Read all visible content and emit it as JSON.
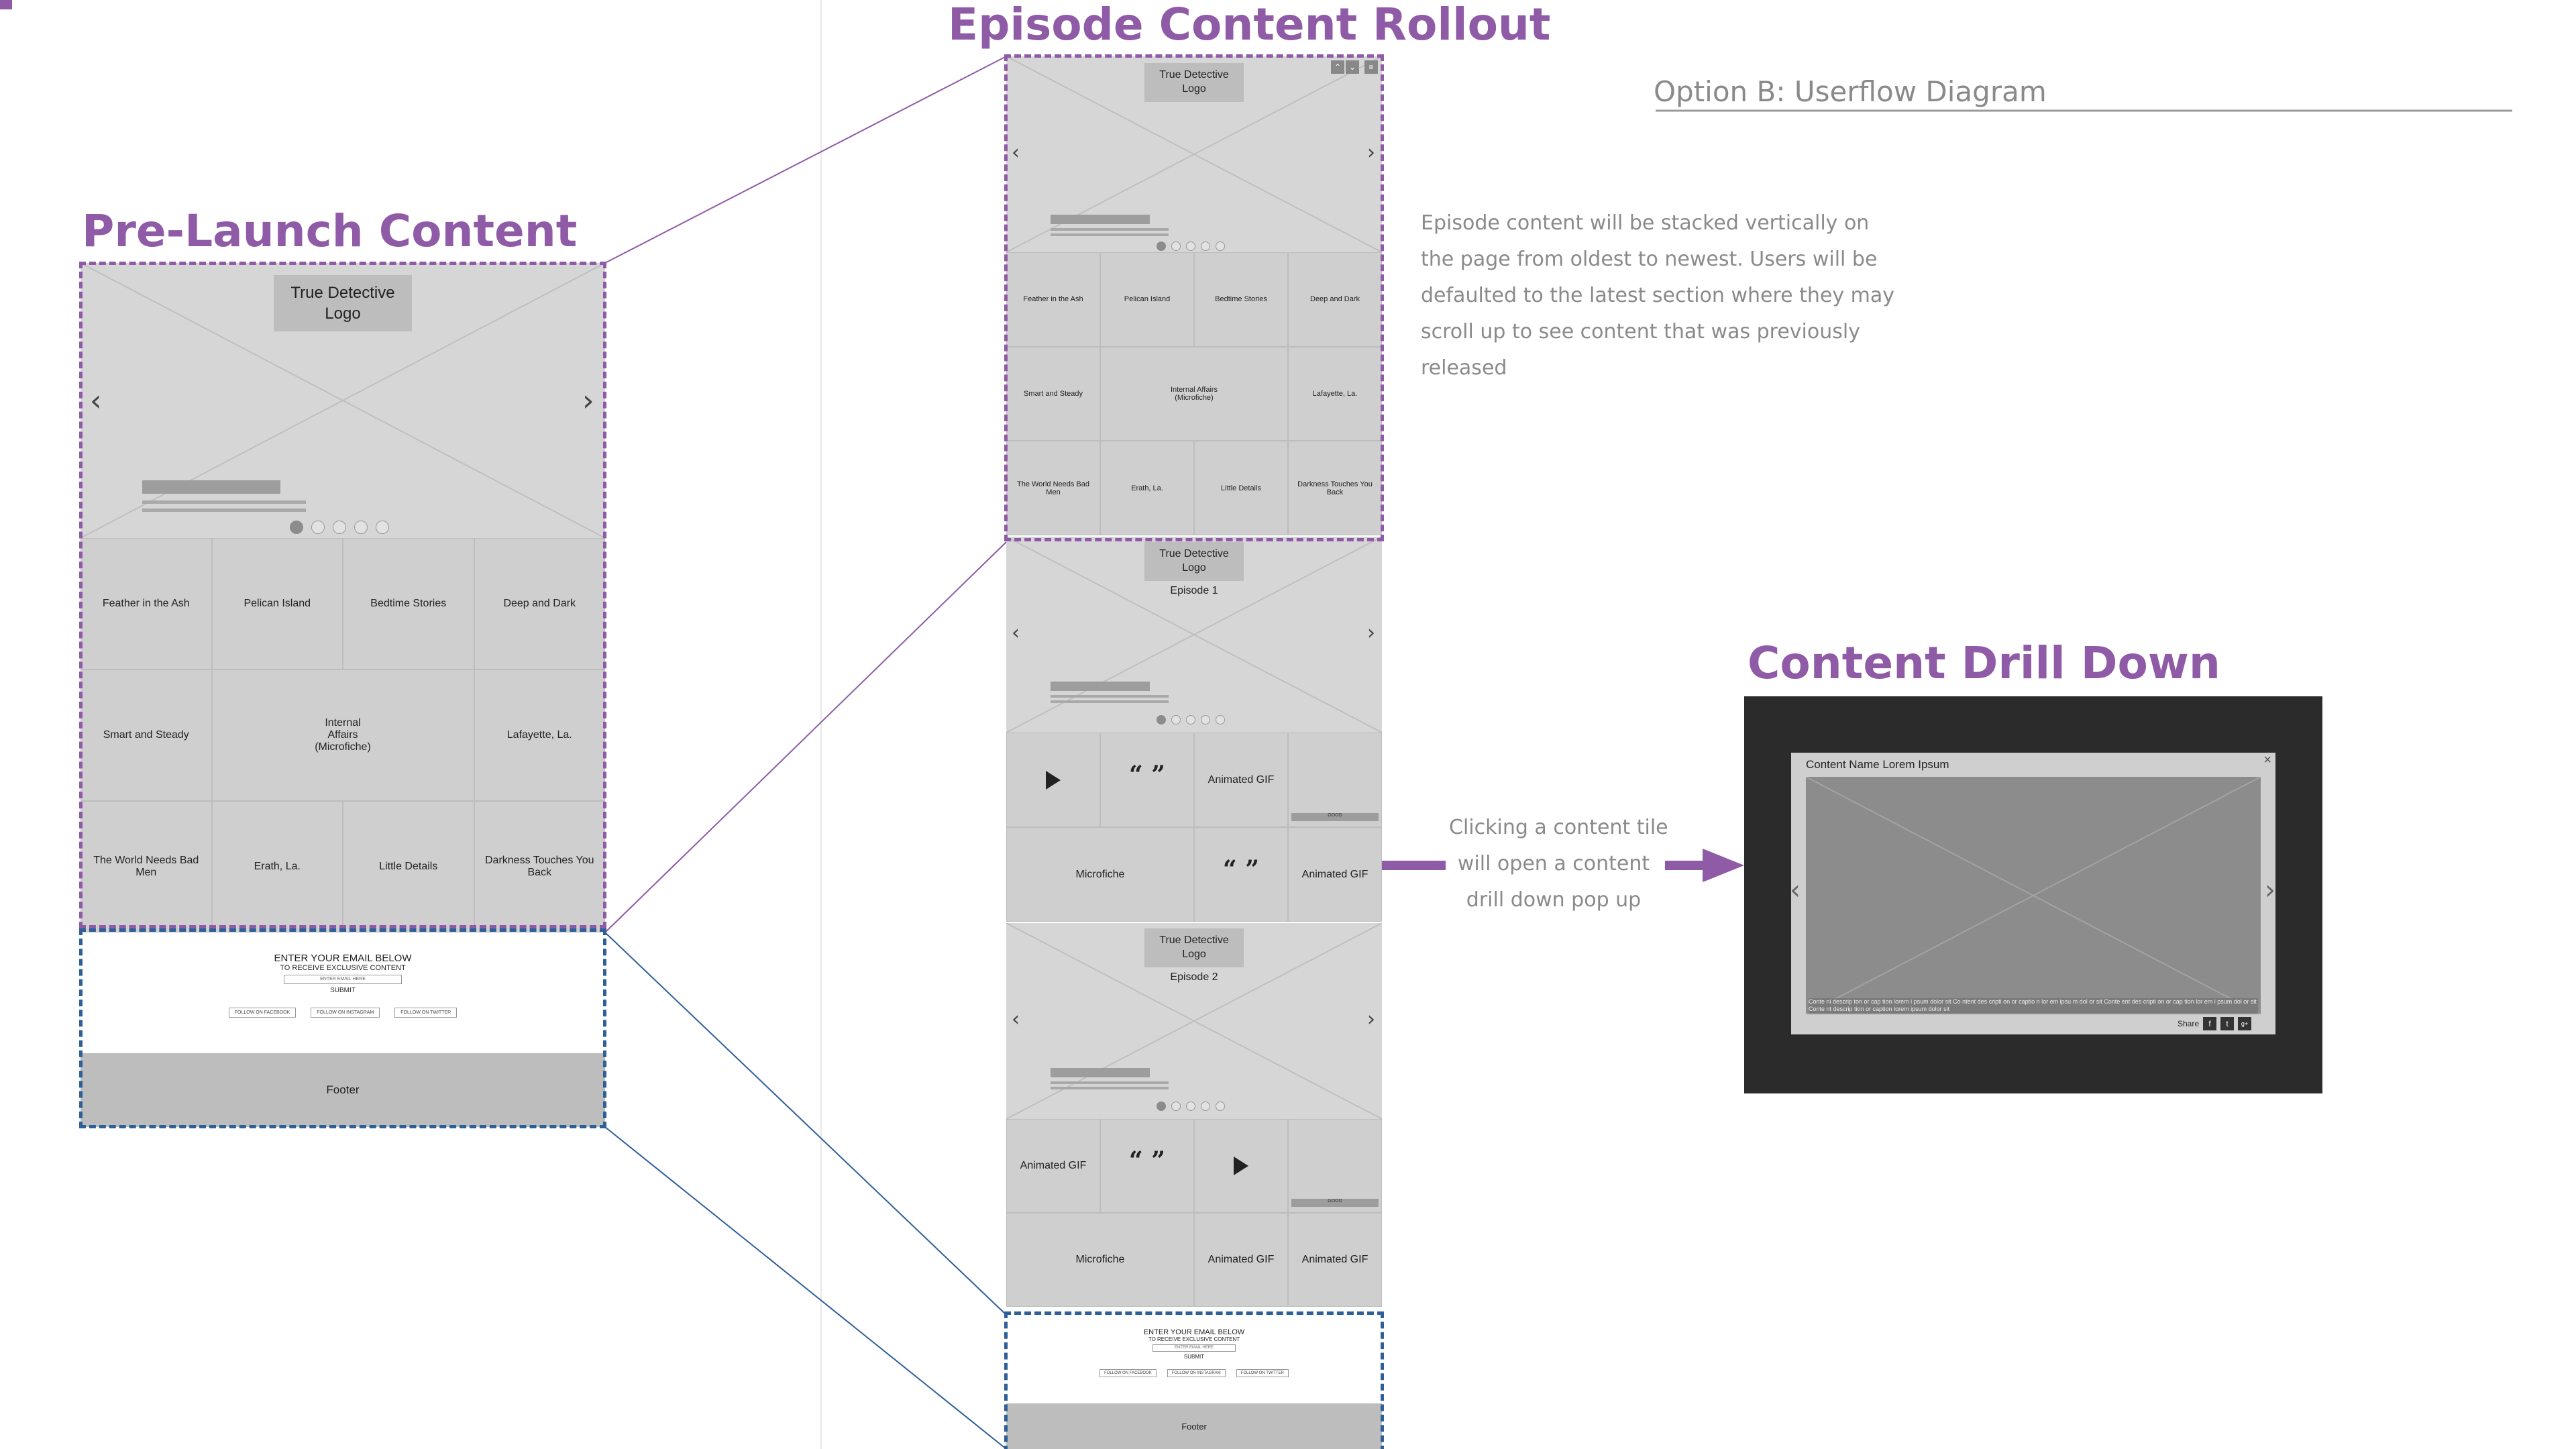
{
  "headings": {
    "prelaunch": "Pre-Launch Content",
    "rollout": "Episode Content Rollout",
    "drilldown": "Content Drill Down",
    "option": "Option B: Userflow Diagram"
  },
  "colors": {
    "accent": "#8f5aa6",
    "blue_dash": "#2d5f98",
    "wire_gray": "#d6d6d6",
    "popup_bg": "#2b2b2b"
  },
  "prelaunch": {
    "logo_line1": "True Detective",
    "logo_line2": "Logo",
    "arrow_left": "‹",
    "arrow_right": "›",
    "tiles": [
      "Feather in the Ash",
      "Pelican Island",
      "Bedtime Stories",
      "Deep and Dark",
      "Smart and Steady",
      "Internal Affairs (Microfiche)",
      "Lafayette, La.",
      "The World Needs Bad Men",
      "Erath, La.",
      "Little Details",
      "Darkness Touches You Back"
    ],
    "signup": {
      "line1": "ENTER YOUR EMAIL BELOW",
      "line2": "TO RECEIVE EXCLUSIVE CONTENT",
      "placeholder": "ENTER EMAIL HERE",
      "submit": "SUBMIT",
      "follow": [
        "FOLLOW ON FACEBOOK",
        "FOLLOW ON INSTAGRAM",
        "FOLLOW ON TWITTER"
      ]
    },
    "footer": "Footer"
  },
  "rollout": {
    "top": {
      "logo_line1": "True Detective",
      "logo_line2": "Logo",
      "controls": [
        "⌃",
        "⌄",
        "≡"
      ],
      "tiles": [
        "Feather in the Ash",
        "Pelican Island",
        "Bedtime Stories",
        "Deep and Dark",
        "Smart and Steady",
        "Internal Affairs (Microfiche)",
        "Lafayette, La.",
        "The World Needs Bad Men",
        "Erath, La.",
        "Little Details",
        "Darkness Touches You Back"
      ]
    },
    "ep1": {
      "logo_line1": "True Detective",
      "logo_line2": "Logo",
      "episode": "Episode 1",
      "gif": "Animated GIF",
      "microfiche": "Microfiche",
      "gif2": "Animated GIF",
      "gif_bar": "GOOD"
    },
    "ep2": {
      "logo_line1": "True Detective",
      "logo_line2": "Logo",
      "episode": "Episode 2",
      "gif": "Animated GIF",
      "microfiche": "Microfiche",
      "gif2": "Animated GIF",
      "gif3": "Animated GIF",
      "gif_bar": "GOOD"
    },
    "signup": {
      "line1": "ENTER YOUR EMAIL BELOW",
      "line2": "TO RECEIVE EXCLUSIVE CONTENT",
      "placeholder": "ENTER EMAIL HERE",
      "submit": "SUBMIT",
      "follow": [
        "FOLLOW ON FACEBOOK",
        "FOLLOW ON INSTAGRAM",
        "FOLLOW ON TWITTER"
      ]
    },
    "footer": "Footer",
    "quote_glyph": "“ ”"
  },
  "notes": {
    "stack": [
      "Episode content will be stacked vertically on",
      "the page from oldest to newest. Users will be",
      "defaulted to the latest section where they may",
      "scroll up to see content that was previously",
      "released"
    ],
    "click": [
      "Clicking a content tile",
      "will open a content",
      "drill down pop up"
    ]
  },
  "popup": {
    "title": "Content Name Lorem Ipsum",
    "close": "×",
    "caption": "Conte ni descrip ton or cap tion lorem i psum dolor sit Co ntent des cripti on or captio n lor em ipsu m dol or sit Conte ent des cripti on or cap tion lor em i psum dol or sit Conte nt descrip tion or caption lorem ipsum dolor sit",
    "share": "Share",
    "share_icons": [
      "f",
      "t",
      "g+"
    ],
    "arrow_left": "‹",
    "arrow_right": "›"
  }
}
